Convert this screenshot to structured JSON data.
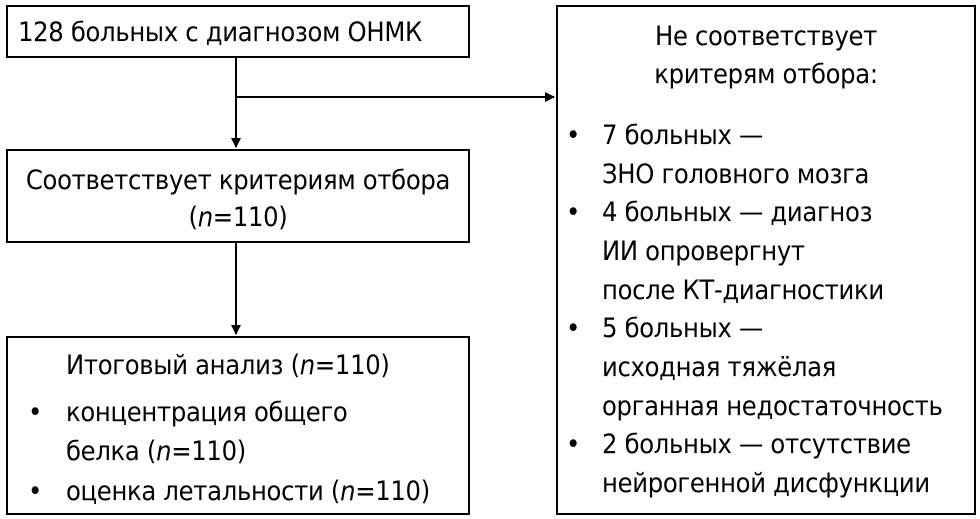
{
  "diagram": {
    "total_box": {
      "text": "128 больных с диагнозом ОНМК"
    },
    "selected_box": {
      "line1": "Соответствует критериям отбора",
      "line2_prefix": "(",
      "line2_n": "n",
      "line2_suffix": "=110)"
    },
    "final_box": {
      "title_prefix": "Итоговый анализ (",
      "title_n": "n",
      "title_suffix": "=110)",
      "bullet_glyph": "•",
      "items": [
        {
          "line1": "концентрация общего",
          "line2_prefix": "белка (",
          "line2_n": "n",
          "line2_suffix": "=110)"
        },
        {
          "line1_prefix": "оценка летальности (",
          "line1_n": "n",
          "line1_suffix": "=110)"
        }
      ]
    },
    "excluded_box": {
      "title_line1": "Не соответствует",
      "title_line2": "критерям отбора:",
      "bullet_glyph": "•",
      "items": [
        {
          "lines": [
            "7 больных —",
            "ЗНО головного мозга"
          ]
        },
        {
          "lines": [
            "4 больных — диагноз",
            "ИИ опровергнут",
            "после КТ-диагностики"
          ]
        },
        {
          "lines": [
            "5 больных —",
            "исходная тяжёлая",
            "органная недостаточность"
          ]
        },
        {
          "lines": [
            "2 больных — отсутствие",
            "нейрогенной дисфункции"
          ]
        }
      ]
    },
    "colors": {
      "line": "#000000",
      "background": "#ffffff"
    }
  }
}
